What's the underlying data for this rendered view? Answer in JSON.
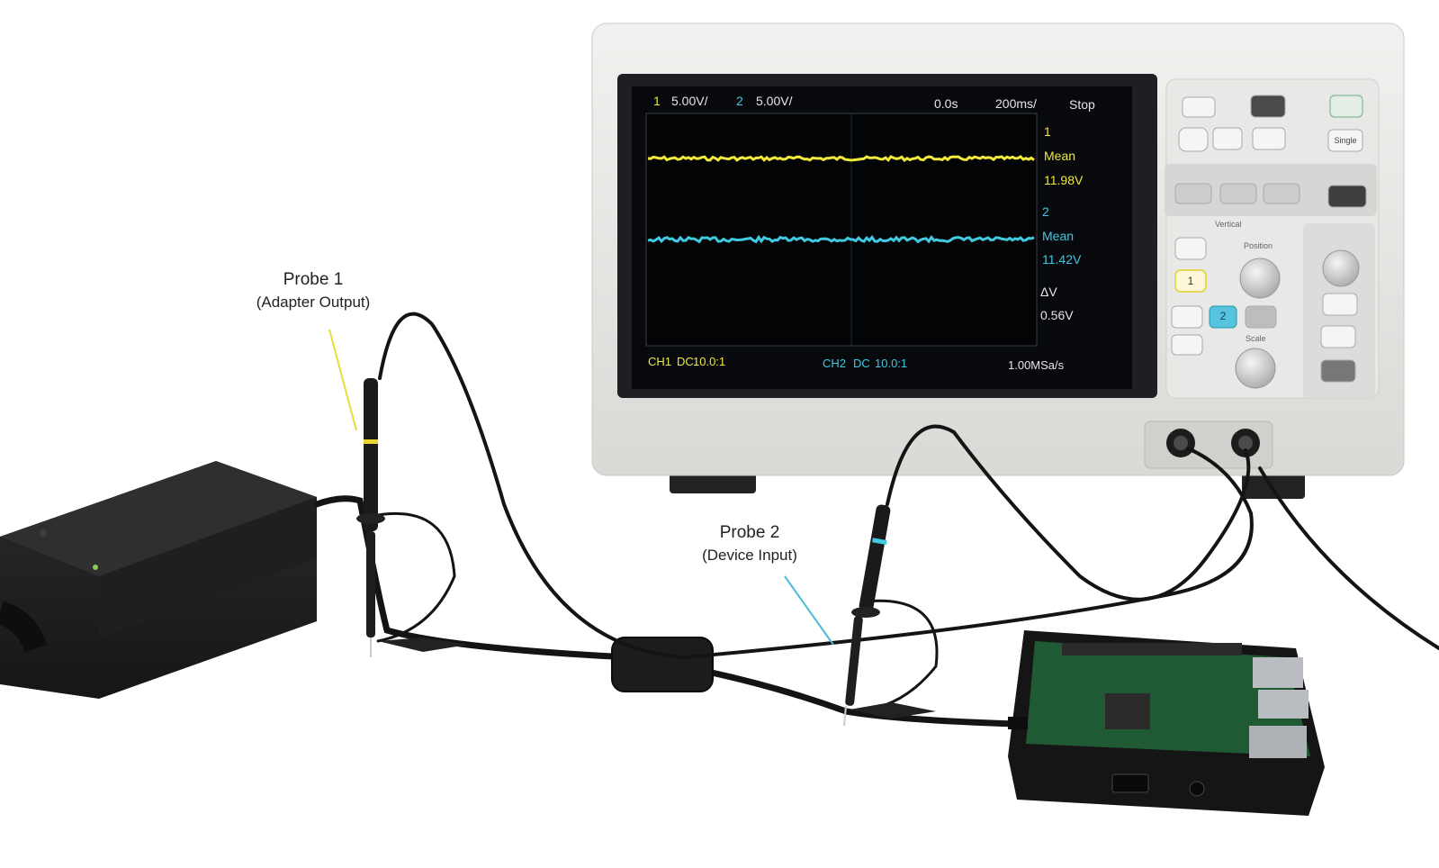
{
  "labels": {
    "probe1": {
      "title": "Probe 1",
      "subtitle": "(Adapter Output)"
    },
    "probe2": {
      "title": "Probe 2",
      "subtitle": "(Device Input)"
    }
  },
  "scope": {
    "header": {
      "ch1_num": "1",
      "ch1_scale": "5.00V/",
      "ch2_num": "2",
      "ch2_scale": "5.00V/",
      "time_offset": "0.0s",
      "timebase": "200ms/",
      "status": "Stop"
    },
    "measurements": {
      "ch1_num": "1",
      "ch1_label": "Mean",
      "ch1_value": "11.98V",
      "ch2_num": "2",
      "ch2_label": "Mean",
      "ch2_value": "11.42V",
      "delta_label": "ΔV",
      "delta_value": "0.56V"
    },
    "footer": {
      "ch1_label": "CH1",
      "ch1_coupling": "DC",
      "ch1_probe": "10.0:1",
      "ch2_label": "CH2",
      "ch2_coupling": "DC",
      "ch2_probe": "10.0:1",
      "sample_rate": "1.00MSa/s"
    },
    "panel": {
      "vertical_label": "Vertical",
      "position_label": "Position",
      "scale_label": "Scale",
      "single_label": "Single",
      "ch1_button": "1",
      "ch2_button": "2"
    }
  },
  "colors": {
    "ch1": "#f2e93a",
    "ch2": "#41c9e2",
    "screen": "#07090c"
  }
}
